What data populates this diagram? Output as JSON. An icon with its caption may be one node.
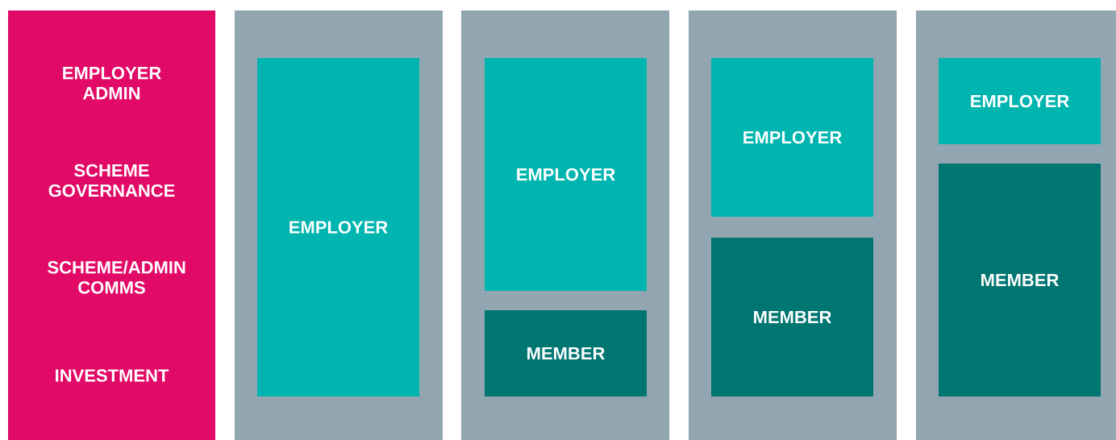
{
  "diagram": {
    "nodes": [
      {
        "text": [
          "EMPLOYER ADMIN",
          "SCHEME GOVERNANCE",
          "SCHEME/ADMIN COMMS",
          "INVESTMENT"
        ]
      },
      {
        "text": [],
        "shape": "box"
      },
      {
        "text": [
          "EMPLOYER"
        ],
        "in": 1
      },
      {
        "text": [],
        "shape": "box"
      },
      {
        "text": [
          "EMPLOYER"
        ],
        "in": 3
      },
      {
        "text": [
          "MEMBER"
        ],
        "in": 3
      },
      {
        "text": [],
        "shape": "box"
      },
      {
        "text": [
          "EMPLOYER"
        ],
        "in": 6
      },
      {
        "text": [
          "MEMBER"
        ],
        "in": 6
      },
      {
        "text": [],
        "shape": "box"
      },
      {
        "text": [
          "EMPLOYER"
        ],
        "in": 9
      },
      {
        "text": [
          "MEMBER"
        ],
        "in": 9
      }
    ]
  }
}
